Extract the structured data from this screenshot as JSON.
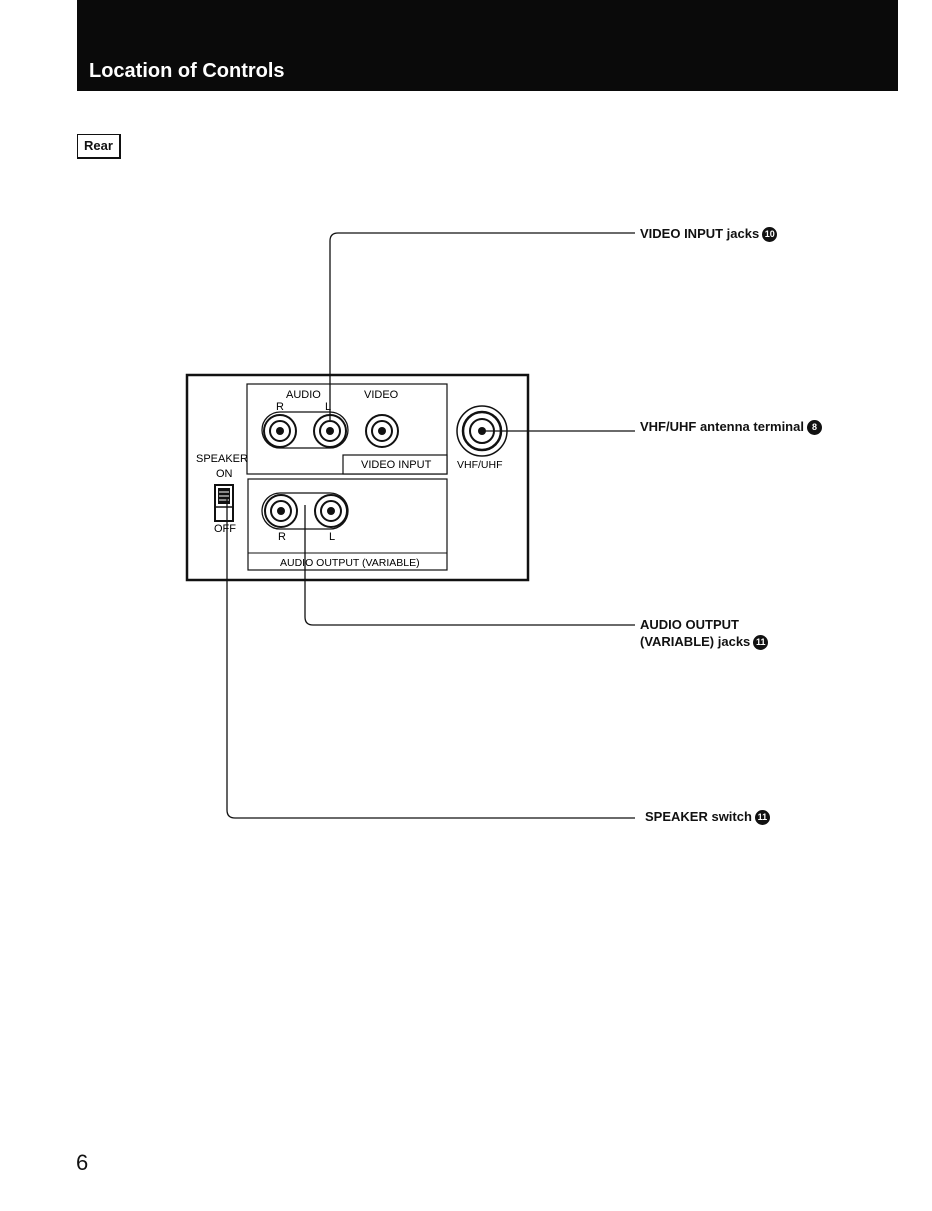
{
  "header": {
    "title": "Location of Controls"
  },
  "section": {
    "label": "Rear"
  },
  "panel": {
    "audio_label": "AUDIO",
    "video_label": "VIDEO",
    "r_label": "R",
    "l_label": "L",
    "video_input_label": "VIDEO INPUT",
    "vhf_uhf_label": "VHF/UHF",
    "speaker_label": "SPEAKER",
    "on_label": "ON",
    "off_label": "OFF",
    "audio_output_label": "AUDIO OUTPUT (VARIABLE)"
  },
  "callouts": {
    "video_input": {
      "text": "VIDEO INPUT jacks",
      "number": "10"
    },
    "antenna": {
      "text": "VHF/UHF antenna terminal",
      "number": "8"
    },
    "audio_output": {
      "line1": "AUDIO OUTPUT",
      "line2": "(VARIABLE) jacks",
      "number": "11"
    },
    "speaker": {
      "text": "SPEAKER switch",
      "number": "11"
    }
  },
  "page_number": "6"
}
